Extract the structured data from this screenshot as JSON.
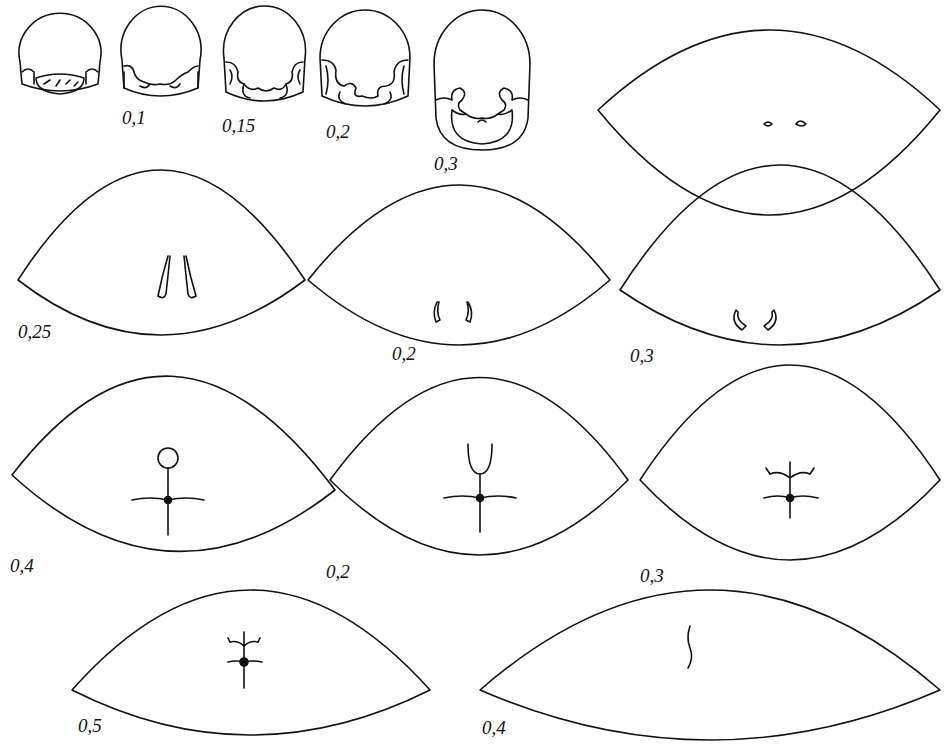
{
  "diagram": {
    "labels": [
      "0,1",
      "0,15",
      "0,2",
      "0,3",
      "0,25",
      "0,2",
      "0,3",
      "0,4",
      "0,2",
      "0,3",
      "0,5",
      "0,4"
    ]
  }
}
